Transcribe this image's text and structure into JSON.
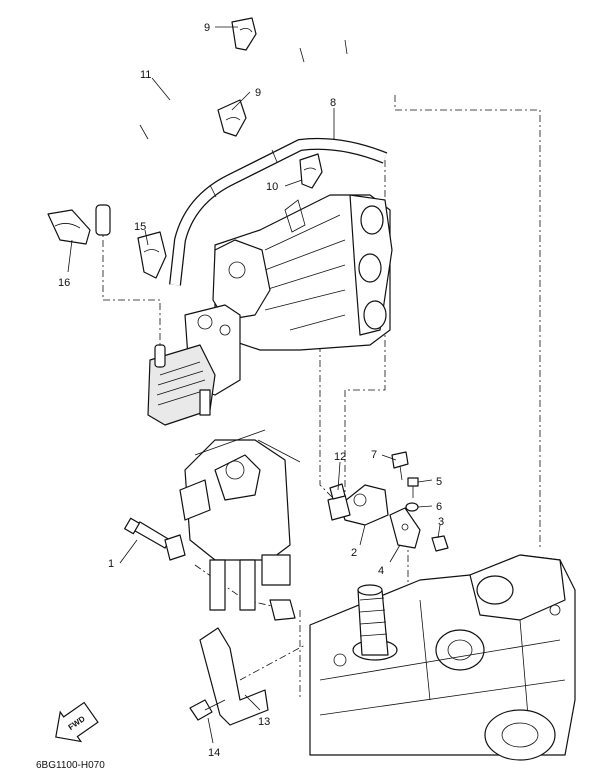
{
  "figure": {
    "reference_code": "6BG1100-H070",
    "fwd_label": "FWD"
  },
  "callouts": [
    {
      "id": "c1",
      "label": "1"
    },
    {
      "id": "c2",
      "label": "2"
    },
    {
      "id": "c3",
      "label": "3"
    },
    {
      "id": "c4",
      "label": "4"
    },
    {
      "id": "c5",
      "label": "5"
    },
    {
      "id": "c6",
      "label": "6"
    },
    {
      "id": "c7",
      "label": "7"
    },
    {
      "id": "c8",
      "label": "8"
    },
    {
      "id": "c9a",
      "label": "9"
    },
    {
      "id": "c9b",
      "label": "9"
    },
    {
      "id": "c10",
      "label": "10"
    },
    {
      "id": "c11",
      "label": "11"
    },
    {
      "id": "c12",
      "label": "12"
    },
    {
      "id": "c13",
      "label": "13"
    },
    {
      "id": "c14",
      "label": "14"
    },
    {
      "id": "c15",
      "label": "15"
    },
    {
      "id": "c16",
      "label": "16"
    }
  ]
}
